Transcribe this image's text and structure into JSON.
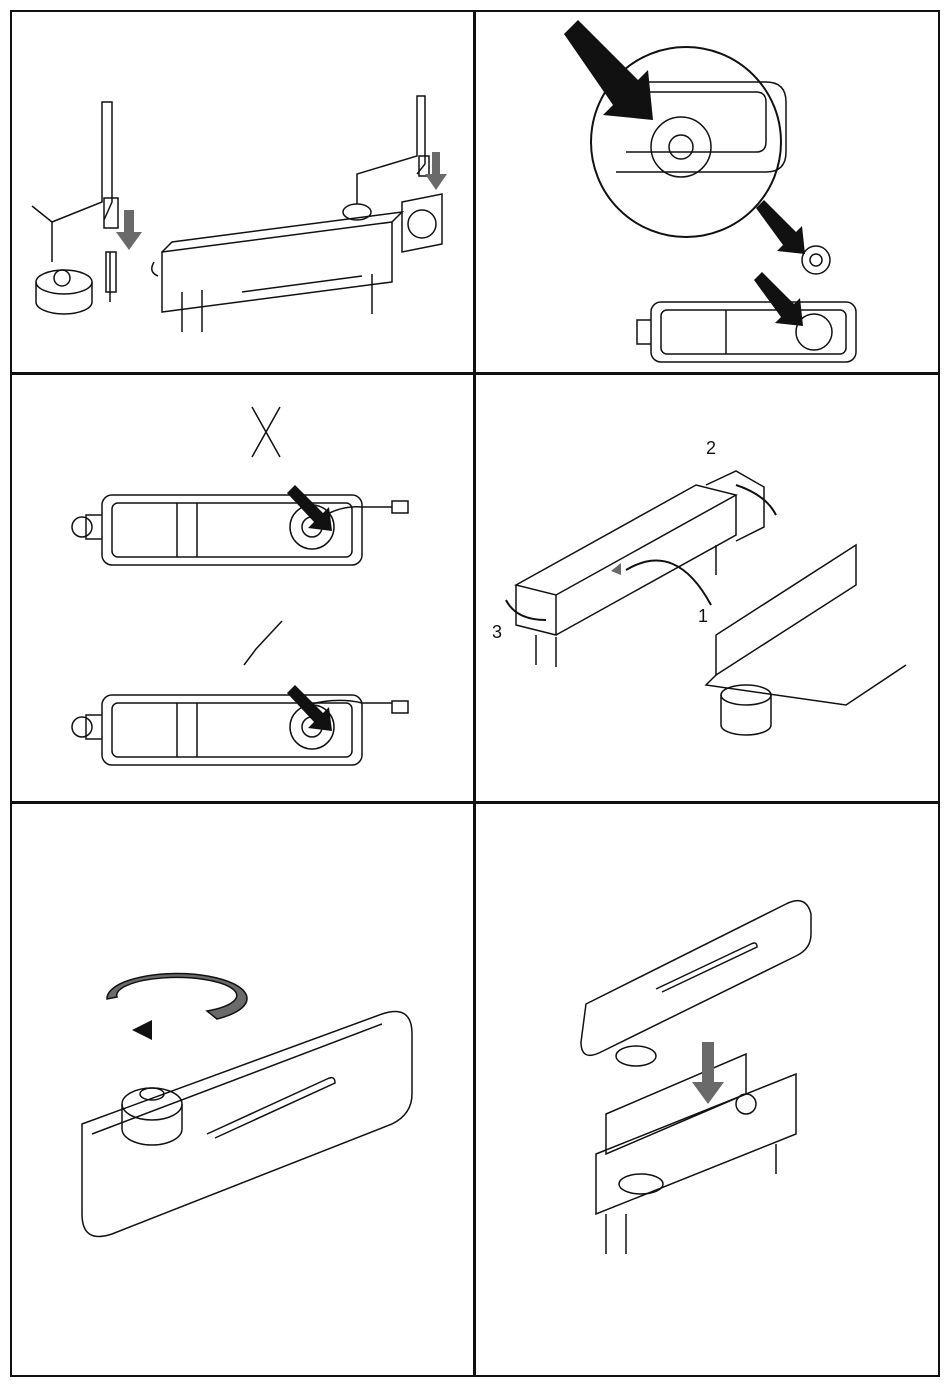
{
  "panels": [
    {
      "id": "connect-hose",
      "labels": []
    },
    {
      "id": "remove-float-cap",
      "labels": []
    },
    {
      "id": "hose-routing",
      "labels": []
    },
    {
      "id": "attach-tray",
      "labels": [
        "1",
        "2",
        "3"
      ]
    },
    {
      "id": "turn-cap",
      "labels": []
    },
    {
      "id": "insert-tank",
      "labels": []
    }
  ],
  "colors": {
    "line": "#111111",
    "arrow": "#6a6a6a",
    "fill": "#ffffff"
  }
}
